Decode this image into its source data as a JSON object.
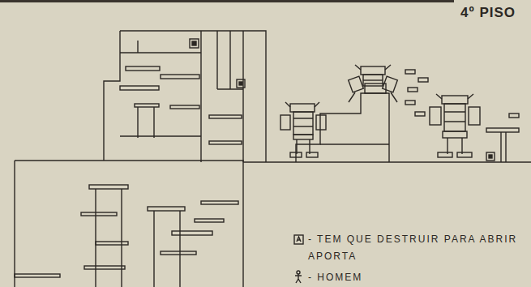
{
  "diagram": {
    "title": "4º PISO",
    "legend": [
      {
        "text": "- TEM QUE DESTRUIR PARA ABRIR APORTA"
      },
      {
        "text": "- HOMEM"
      }
    ]
  }
}
